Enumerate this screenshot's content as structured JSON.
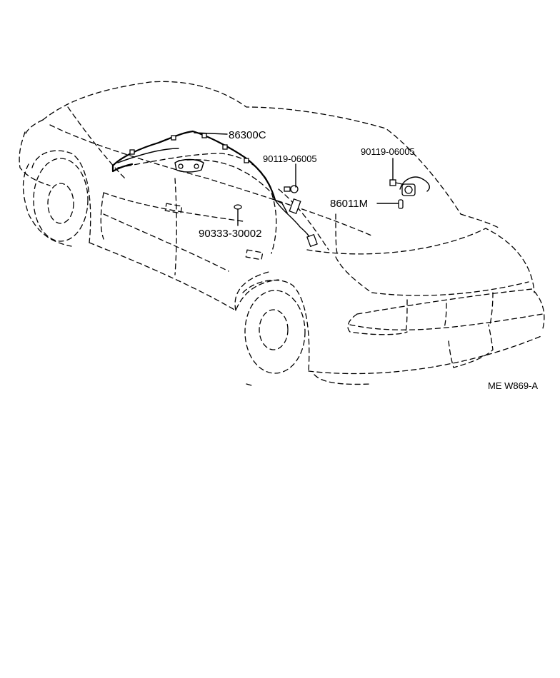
{
  "labels": {
    "antenna_cord": "86300C",
    "screw_left": "90119-06005",
    "screw_right": "90119-06005",
    "antenna_amp": "86011M",
    "clip": "90333-30002",
    "drawing_code": "ME W869-A"
  }
}
